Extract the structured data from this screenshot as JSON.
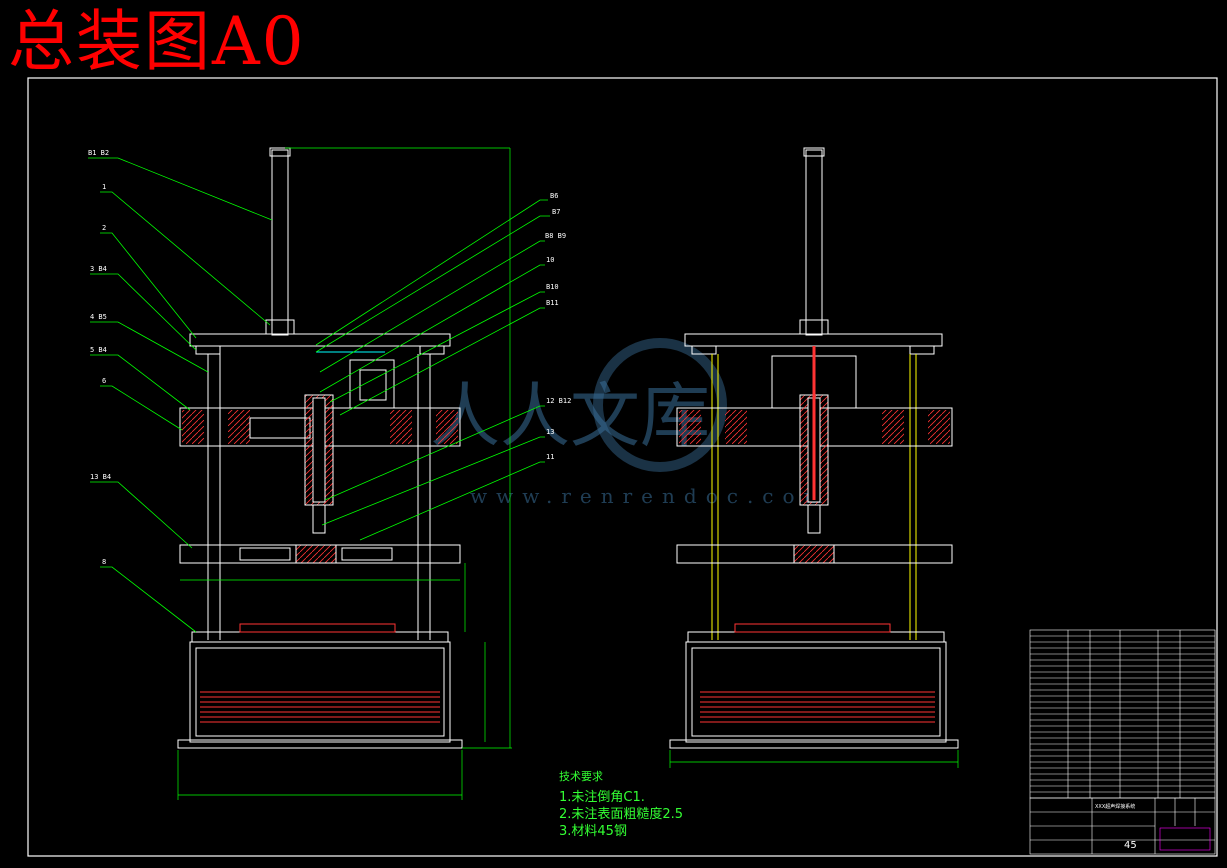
{
  "title": "总装图A0",
  "watermark": {
    "text_cn": "人人文库",
    "url": "www.renrendoc.com"
  },
  "technical_requirements": {
    "heading": "技术要求",
    "items": [
      "1.未注倒角C1.",
      "2.未注表面粗糙度2.5",
      "3.材料45钢"
    ]
  },
  "part_labels": [
    "B1 B2",
    "1",
    "2",
    "3 B4",
    "4 B5",
    "5 B4",
    "6",
    "13 B4",
    "8",
    "B6",
    "B7",
    "B8 B9",
    "10",
    "B10",
    "B11",
    "12 B12",
    "13",
    "11"
  ],
  "title_block": {
    "project": "XXX超声焊接系统",
    "sheet_number": "45"
  },
  "colors": {
    "background": "#000000",
    "lines": "#ffffff",
    "leaders": "#00ff00",
    "title": "#ff0000",
    "hatch": "#ff3333",
    "axis": "#ffff00",
    "cyan": "#00ffff"
  }
}
